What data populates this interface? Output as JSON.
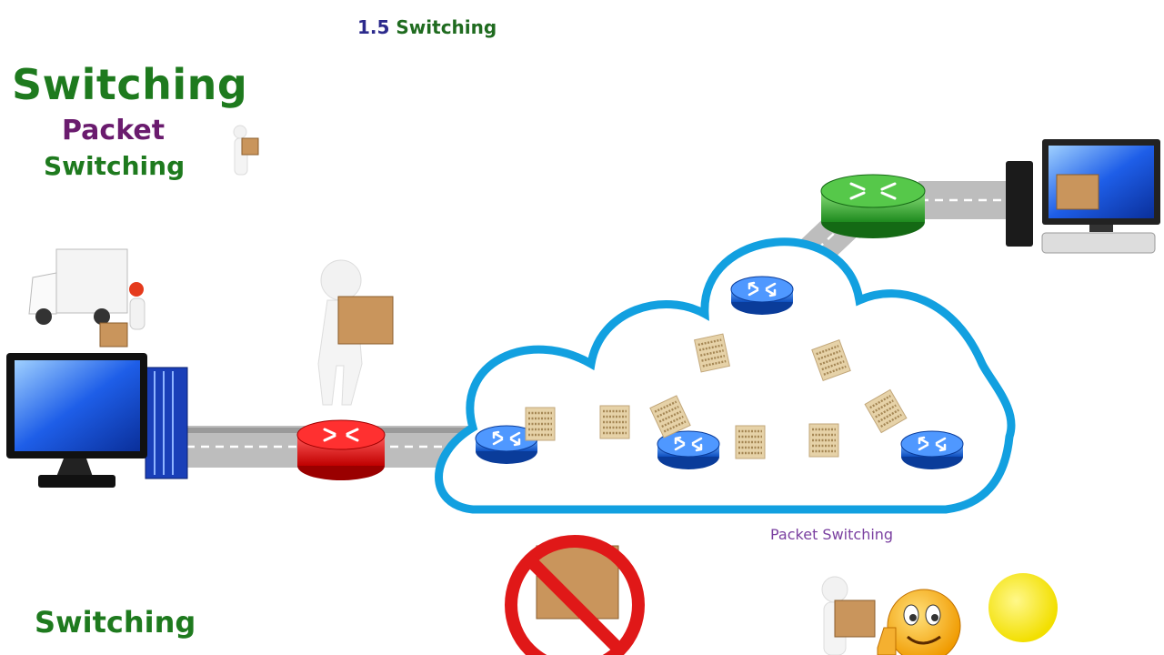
{
  "header": {
    "section_number": "1.5",
    "section_word": "Switching"
  },
  "titles": {
    "main": "Switching",
    "sub_line1": "Packet",
    "sub_line2": "Switching",
    "bottom": "Switching"
  },
  "cloud": {
    "label": "Packet Switching"
  },
  "colors": {
    "cloud_outline": "#12a0e0",
    "router_red": "#e01818",
    "router_green": "#2fa82f",
    "router_blue": "#1f6fe0",
    "title_green": "#1e7a1e",
    "title_purple": "#6a1b6e"
  },
  "icons": [
    "delivery-truck-icon",
    "person-carrying-box-icon",
    "computer-icon",
    "router-icon",
    "packet-icon",
    "no-sign-icon",
    "smiley-thumbs-up-icon",
    "sun-icon"
  ]
}
